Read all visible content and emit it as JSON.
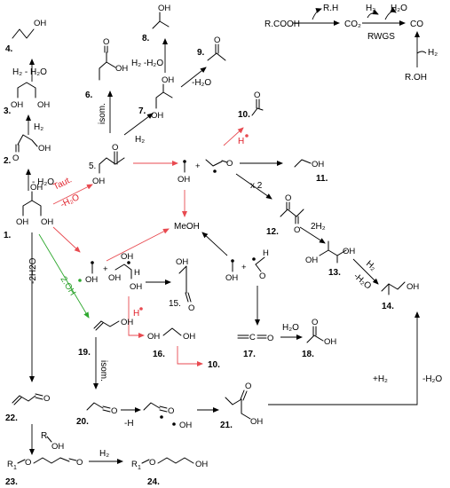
{
  "compound_numbers": {
    "c1": "1.",
    "c2": "2.",
    "c3": "3.",
    "c4": "4.",
    "c5": "5.",
    "c6": "6.",
    "c7": "7.",
    "c8": "8.",
    "c9": "9.",
    "c10a": "10.",
    "c10b": "10.",
    "c11": "11.",
    "c12": "12.",
    "c13": "13.",
    "c14": "14.",
    "c15": "15.",
    "c16": "16.",
    "c17": "17.",
    "c18": "18.",
    "c19": "19.",
    "c20": "20.",
    "c21": "21.",
    "c22": "22.",
    "c23": "23.",
    "c24": "24."
  },
  "labels": {
    "h2_minus_h2o_4": "H₂  - H₂O",
    "h2_3": "H₂",
    "minus_h2o_2": "- H₂O",
    "taut": "Taut.",
    "taut_minus_h2o": "-H₂O",
    "isom_6": "isom.",
    "h2_7": "H₂",
    "h2_minus_h2o_8": "H₂ -H₂O",
    "minus_h2o_9": "-H₂O",
    "h_radical_10": "H",
    "x2": "x 2",
    "two_h2": "2H₂",
    "h2_minus_h2o_13": "H₂",
    "minus_h2o_13": "-H₂O",
    "minus_2h2o": "-2H2O",
    "two_oh": "2.OH",
    "h_radical_16": "H",
    "h2o_18": "H₂O",
    "isom_20": "isom.",
    "minus_h": "-H",
    "plus_h2": "+H₂",
    "minus_h2o_14": "-H₂O",
    "roh_23": "R",
    "h2_24": "H₂",
    "meoh": "MeOH",
    "rwgs": "RWGS",
    "rcooh": "R.COOH",
    "rh": "R.H",
    "co2": "CO₂",
    "h2_rwgs": "H₂",
    "h2o_rwgs": "H₂O",
    "co": "CO",
    "h2_right": "H₂",
    "roh_right": "R.OH",
    "r1_23": "R",
    "r1_24": "R"
  },
  "atoms": {
    "oh": "OH",
    "o": "O",
    "h": "H",
    "c": "C",
    "plus": "+",
    "sub1": "1"
  },
  "colors": {
    "red_arrow": "#e84a50",
    "green_arrow": "#2ea82e",
    "black": "#000000"
  }
}
